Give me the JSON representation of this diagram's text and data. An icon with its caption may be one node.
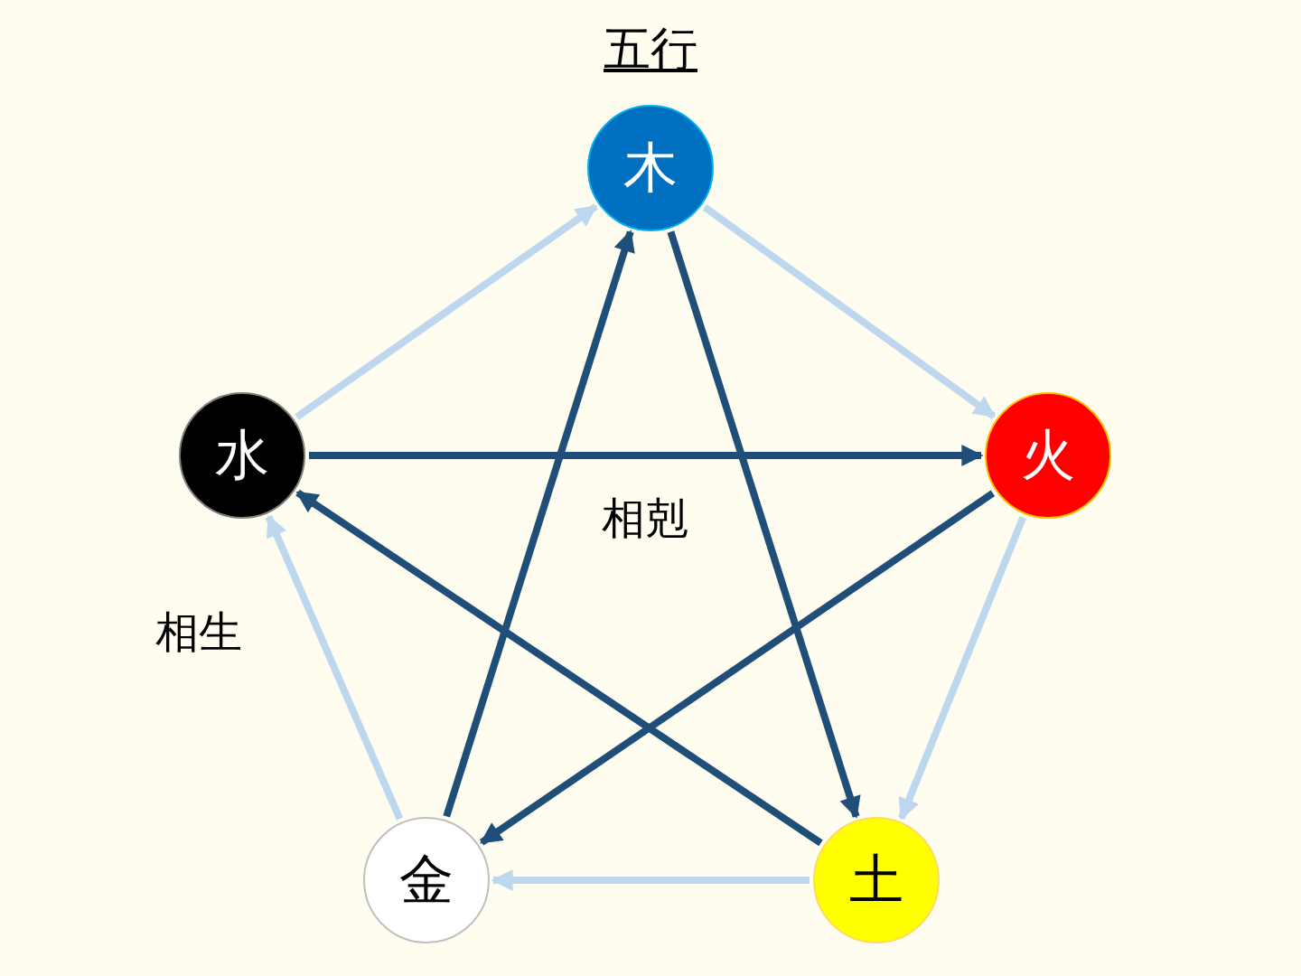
{
  "diagram": {
    "title": "五行",
    "nodes": [
      {
        "text": [
          "木"
        ]
      },
      {
        "text": [
          "火"
        ]
      },
      {
        "text": [
          "土"
        ]
      },
      {
        "text": [
          "金"
        ]
      },
      {
        "text": [
          "水"
        ]
      }
    ],
    "edges": [
      {
        "from": 0,
        "to": 1,
        "arrow": "to",
        "color": "#bdd7ee"
      },
      {
        "from": 1,
        "to": 2,
        "arrow": "to",
        "color": "#bdd7ee"
      },
      {
        "from": 2,
        "to": 3,
        "arrow": "to",
        "color": "#bdd7ee"
      },
      {
        "from": 3,
        "to": 4,
        "arrow": "to",
        "color": "#bdd7ee"
      },
      {
        "from": 4,
        "to": 0,
        "arrow": "to",
        "color": "#bdd7ee"
      },
      {
        "from": 0,
        "to": 2,
        "arrow": "to",
        "color": "#1f4e79"
      },
      {
        "from": 2,
        "to": 4,
        "arrow": "to",
        "color": "#1f4e79"
      },
      {
        "from": 4,
        "to": 1,
        "arrow": "to",
        "color": "#1f4e79"
      },
      {
        "from": 1,
        "to": 3,
        "arrow": "to",
        "color": "#1f4e79"
      },
      {
        "from": 3,
        "to": 0,
        "arrow": "to",
        "color": "#1f4e79"
      }
    ],
    "labels": [
      "相剋",
      "相生"
    ]
  }
}
